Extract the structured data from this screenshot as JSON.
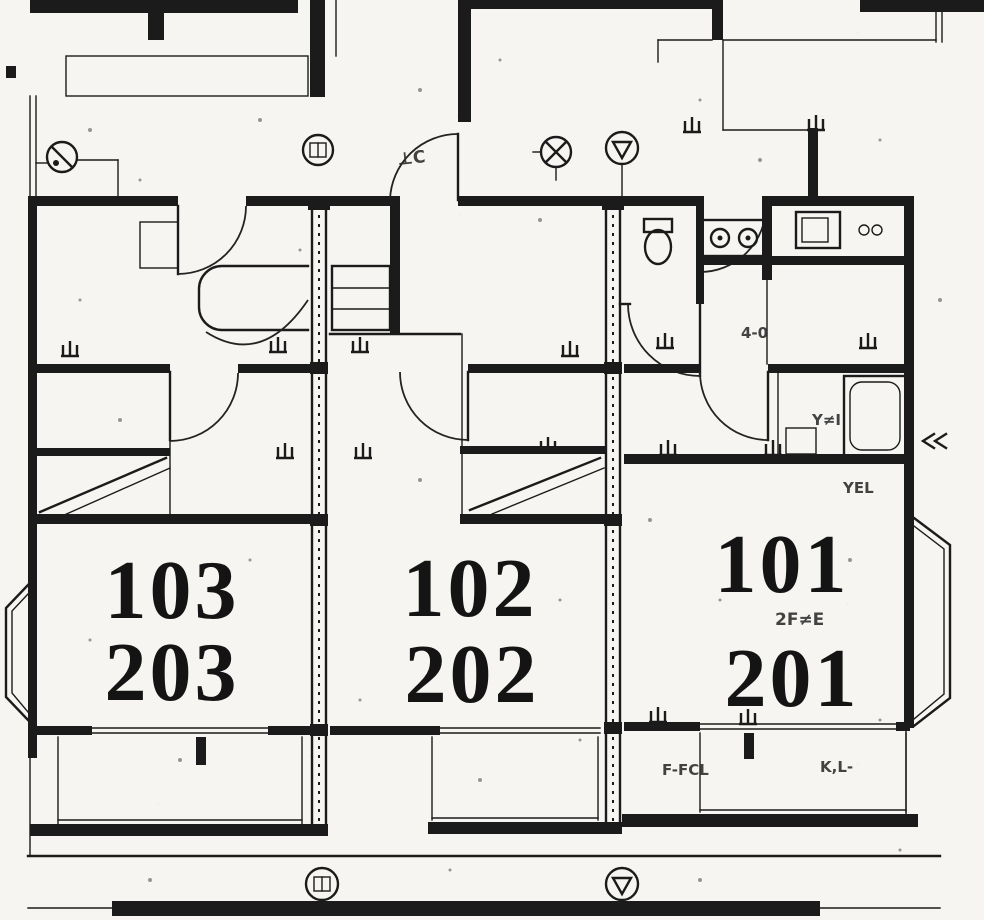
{
  "units": [
    {
      "name": "unit-103-203",
      "first_floor": "103",
      "second_floor": "203"
    },
    {
      "name": "unit-102-202",
      "first_floor": "102",
      "second_floor": "202"
    },
    {
      "name": "unit-101-201",
      "first_floor": "101",
      "second_floor": "201"
    }
  ],
  "annotations": {
    "entry_mark": "⊥C",
    "hall_mark": "4-0",
    "bath_mark": "Y≠I",
    "bath_mark_2": "YEL",
    "under_101_mark": "2F≠E",
    "balcony_mark_left": "F-FCL",
    "balcony_mark_right": "K,L-"
  },
  "colors": {
    "ink": "#1b1b1b",
    "paper": "#f6f5f1"
  }
}
